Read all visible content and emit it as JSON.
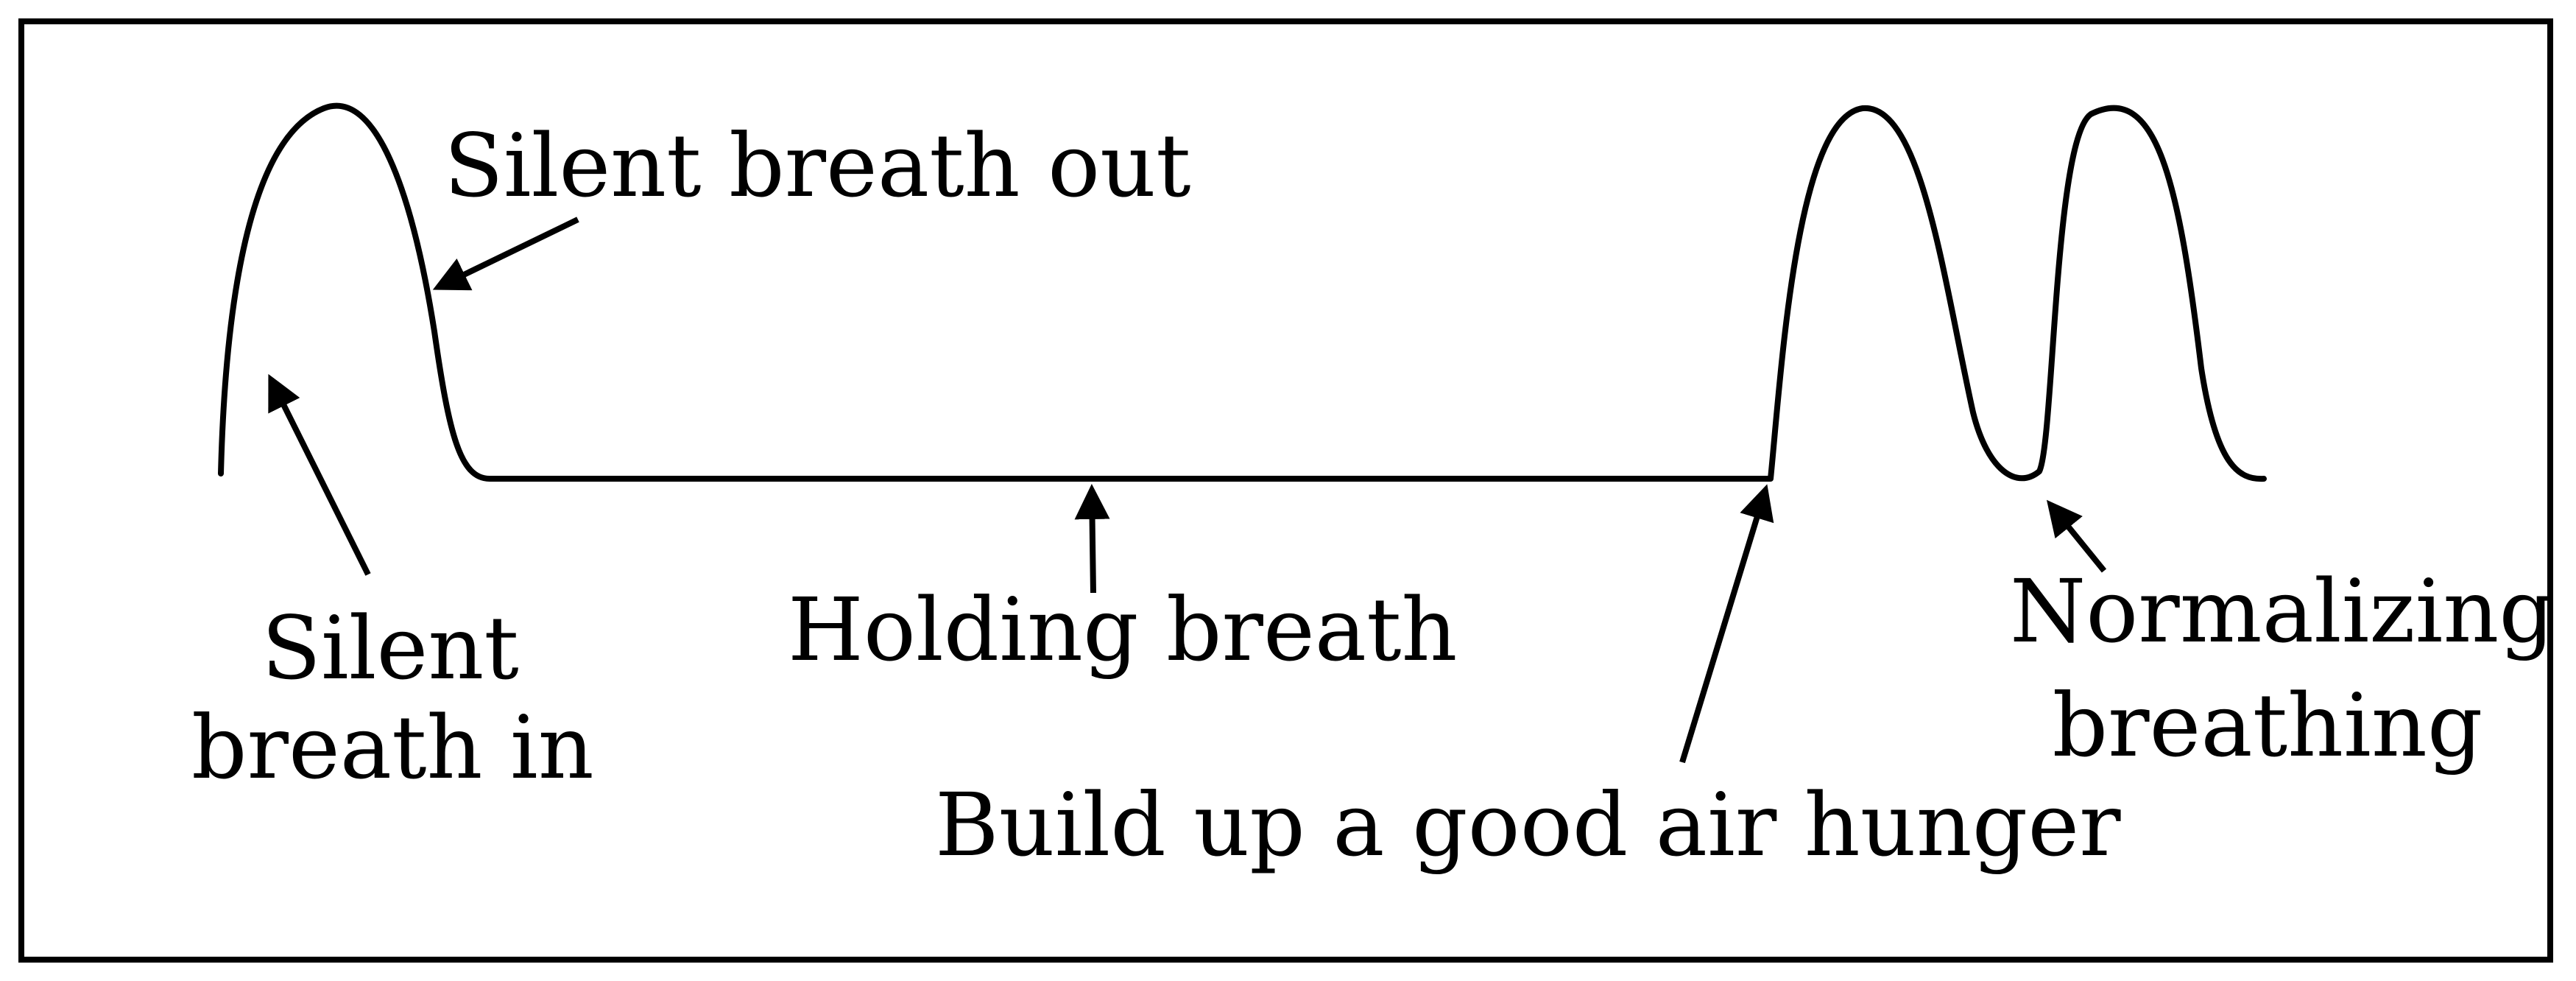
{
  "diagram": {
    "labels": {
      "silent_breath_out": "Silent breath out",
      "silent_breath_in_line1": "Silent",
      "silent_breath_in_line2": "breath in",
      "holding_breath": "Holding breath",
      "build_up_air_hunger": "Build up a good air hunger",
      "normalizing_breathing_line1": "Normalizing",
      "normalizing_breathing_line2": "breathing"
    },
    "colors": {
      "stroke": "#000000",
      "background": "#ffffff"
    }
  }
}
